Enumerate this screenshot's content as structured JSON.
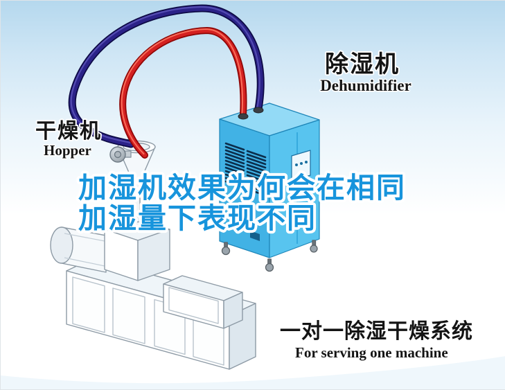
{
  "headline": {
    "line1": "加湿机效果为何会在相同",
    "line2": "加湿量下表现不同",
    "color": "#1794DC"
  },
  "labels": {
    "dehumidifier": {
      "cn": "除湿机",
      "en": "Dehumidifier"
    },
    "hopper": {
      "cn": "干燥机",
      "en": "Hopper"
    },
    "system": {
      "cn": "一对一除湿干燥系统",
      "en": "For serving one machine"
    }
  },
  "colors": {
    "background_top": "#b5d8ee",
    "machine_blue_left": "#41b2e5",
    "machine_blue_right": "#58c4ef",
    "machine_blue_top": "#93daf6",
    "vent_slats": "#0b2e4c",
    "hose_navy": "#2b2288",
    "hose_red": "#d42121",
    "line_art_stroke": "#8d9aa5",
    "label_text": "#141414"
  },
  "illustrations": {
    "dehumidifier_unit": "blue dehumidifier cabinet, isometric, louvered vents, casters",
    "extruder_machine": "white line-art extruder / molding machine",
    "hopper_funnel": "drying hopper funnel with small motor",
    "hose_red": "red flexible air hose",
    "hose_navy": "navy flexible air hose"
  }
}
